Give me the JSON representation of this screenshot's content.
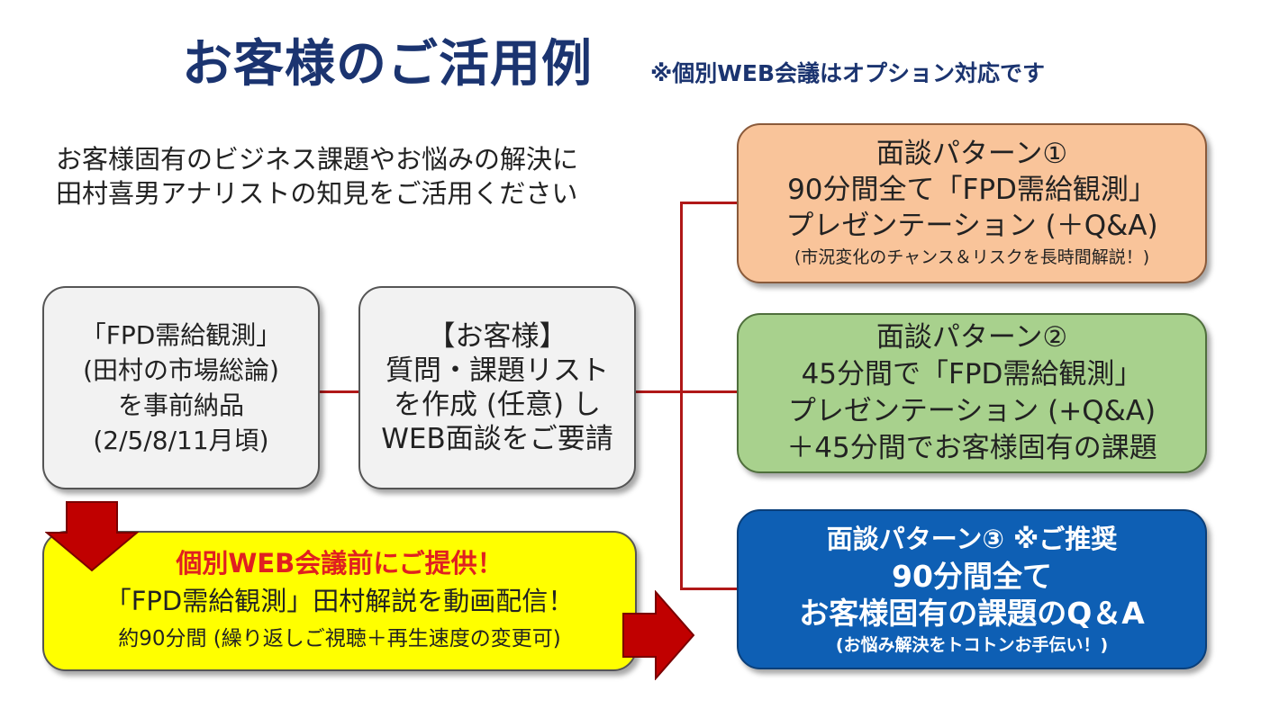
{
  "title": "お客様のご活用例",
  "title_note": "※個別WEB会議はオプション対応です",
  "intro": [
    "お客様固有のビジネス課題やお悩みの解決に",
    "田村喜男アナリストの知見をご活用ください"
  ],
  "box_fpd": [
    "「FPD需給観測」",
    "(田村の市場総論)",
    "を事前納品",
    "(2/5/8/11月頃)"
  ],
  "box_customer": [
    "【お客様】",
    "質問・課題リスト",
    "を作成 (任意) し",
    "WEB面談をご要請"
  ],
  "pattern1": {
    "lines": [
      "面談パターン①",
      "90分間全て「FPD需給観測」",
      "プレゼンテーション (＋Q&A)"
    ],
    "note": "(市況変化のチャンス＆リスクを長時間解説！)"
  },
  "pattern2": {
    "lines": [
      "面談パターン②",
      "45分間で「FPD需給観測」",
      "プレゼンテーション (+Q&A)",
      "＋45分間でお客様固有の課題"
    ]
  },
  "pattern3": {
    "head": "面談パターン③ ※ご推奨",
    "lines": [
      "90分間全て",
      "お客様固有の課題のQ＆A"
    ],
    "note": "(お悩み解決をトコトンお手伝い！)"
  },
  "video": {
    "highlight": "個別WEB会議前にご提供！",
    "line": "「FPD需給観測」田村解説を動画配信！",
    "sub": "約90分間 (繰り返しご視聴＋再生速度の変更可)"
  },
  "colors": {
    "title": "#1b3470",
    "connector": "#b01818",
    "pattern1_bg": "#f9c49a",
    "pattern2_bg": "#a8d18d",
    "pattern3_bg": "#0e5fb4",
    "video_bg": "#ffff00",
    "highlight": "#e02020"
  }
}
